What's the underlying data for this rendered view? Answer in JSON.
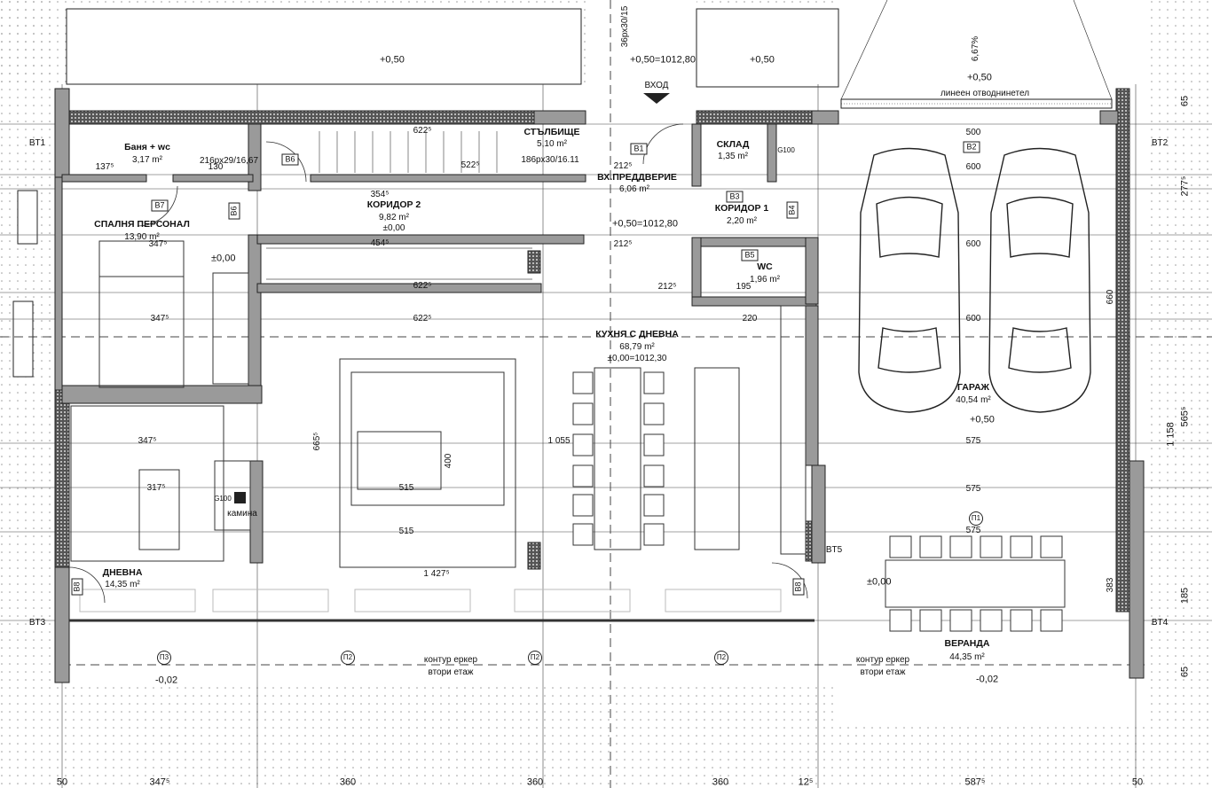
{
  "rooms": [
    {
      "name": "Баня + wc",
      "area": "3,17 m²"
    },
    {
      "name": "СТЪЛБИЩЕ",
      "area": "5,10 m²"
    },
    {
      "name": "КОРИДОР 2",
      "area": "9,82 m²",
      "elevation": "±0,00"
    },
    {
      "name": "СПАЛНЯ ПЕРСОНАЛ",
      "area": "13,90 m²"
    },
    {
      "name": "ВХ.ПРЕДДВЕРИЕ",
      "area": "6,06 m²"
    },
    {
      "name": "СКЛАД",
      "area": "1,35 m²"
    },
    {
      "name": "КОРИДОР 1",
      "area": "2,20 m²"
    },
    {
      "name": "WC",
      "area": "1,96 m²"
    },
    {
      "name": "КУХНЯ С ДНЕВНА",
      "area": "68,79 m²",
      "elevation": "±0,00=1012,30"
    },
    {
      "name": "ГАРАЖ",
      "area": "40,54 m²"
    },
    {
      "name": "ДНЕВНА",
      "area": "14,35 m²"
    },
    {
      "name": "ВЕРАНДА",
      "area": "44,35 m²"
    }
  ],
  "elevations": [
    "+0,50",
    "+0,50=1012,80",
    "+0,50",
    "+0,50",
    "+0,50=1012,80",
    "±0,00",
    "+0,50",
    "±0,00",
    "-0,02",
    "-0,02"
  ],
  "annotations": {
    "entrance": "ВХОД",
    "drain": "линеен отводнинетел",
    "bay_outline_1": "контур еркер",
    "bay_outline_2": "втори етаж",
    "fireplace": "камина",
    "fireplace_code": "G100",
    "stairs_1": "216рх29/16,67",
    "stairs_2": "186рх30/16.11",
    "stairs_top": "36рх30/15",
    "slope": "6,67%",
    "storage_code": "G100"
  },
  "tags": {
    "doors": [
      "B1",
      "B2",
      "B3",
      "B4",
      "B5",
      "B6",
      "B6",
      "B7",
      "B8",
      "B8"
    ],
    "windows": [
      "BT1",
      "BT2",
      "BT3",
      "BT4",
      "BT5"
    ],
    "sections": [
      "П1",
      "П2",
      "П2",
      "П2",
      "П3"
    ]
  },
  "dimensions": {
    "bottom": [
      "50",
      "347⁵",
      "360",
      "360",
      "360",
      "12⁵",
      "587⁵",
      "50"
    ],
    "right": [
      "65",
      "277⁵",
      "565⁵",
      "1 158",
      "185",
      "65"
    ],
    "interior": [
      "622⁵",
      "522⁵",
      "354⁵",
      "454⁵",
      "622⁵",
      "622⁵",
      "347⁵",
      "347⁵",
      "347⁵",
      "317⁵",
      "515",
      "515",
      "1 055",
      "1 427⁵",
      "665⁵",
      "400",
      "212⁵",
      "212⁵",
      "212⁵",
      "600",
      "600",
      "600",
      "500",
      "575",
      "575",
      "575",
      "660",
      "383",
      "137⁵",
      "130",
      "195",
      "220"
    ]
  },
  "colors": {
    "wall": "#9a9a9a",
    "hatch": "#333333",
    "line": "#222222"
  }
}
